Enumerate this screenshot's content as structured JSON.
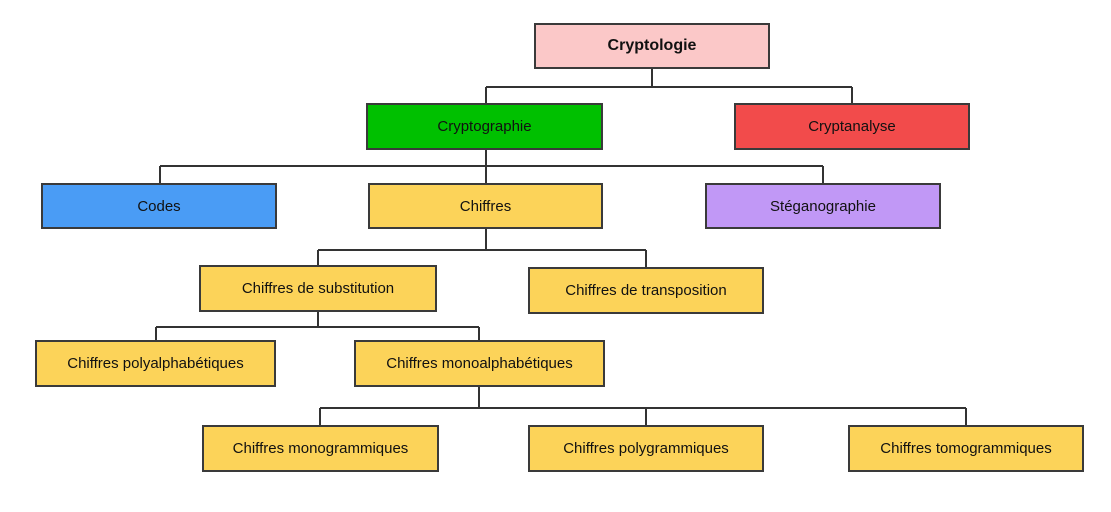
{
  "colors": {
    "root": "#fbc8c8",
    "cryptography": "#00c000",
    "cryptanalysis": "#f24b4b",
    "codes": "#4a9cf5",
    "steganography": "#c198f6",
    "cipher": "#fcd359",
    "line": "#333333"
  },
  "nodes": {
    "cryptologie": "Cryptologie",
    "cryptographie": "Cryptographie",
    "cryptanalyse": "Cryptanalyse",
    "codes": "Codes",
    "chiffres": "Chiffres",
    "steganographie": "Stéganographie",
    "substitution": "Chiffres de substitution",
    "transposition": "Chiffres de transposition",
    "polyalphabetiques": "Chiffres polyalphabétiques",
    "monoalphabetiques": "Chiffres monoalphabétiques",
    "monogrammiques": "Chiffres monogrammiques",
    "polygrammiques": "Chiffres polygrammiques",
    "tomogrammiques": "Chiffres tomogrammiques"
  }
}
